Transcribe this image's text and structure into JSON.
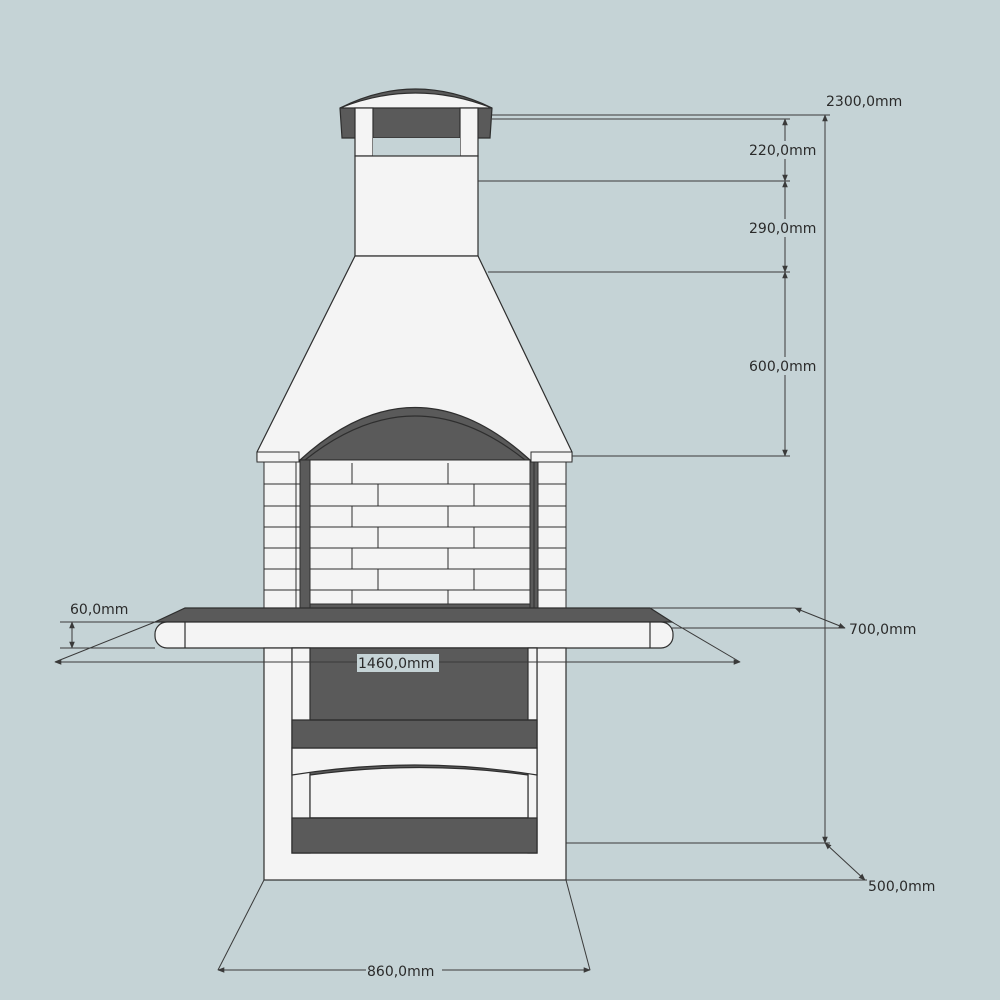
{
  "diagram": {
    "colors": {
      "background": "#c5d3d6",
      "surface": "#f4f4f4",
      "shadow": "#5a5a5a",
      "line": "#2e2e2e",
      "dimension": "#3a3a3a"
    },
    "dimensions": {
      "total_height": "2300,0mm",
      "cap_height": "220,0mm",
      "chimney_height": "290,0mm",
      "hood_height": "600,0mm",
      "counter_thickness": "60,0mm",
      "counter_depth": "700,0mm",
      "counter_width": "1460,0mm",
      "base_depth": "500,0mm",
      "base_width": "860,0mm"
    }
  }
}
